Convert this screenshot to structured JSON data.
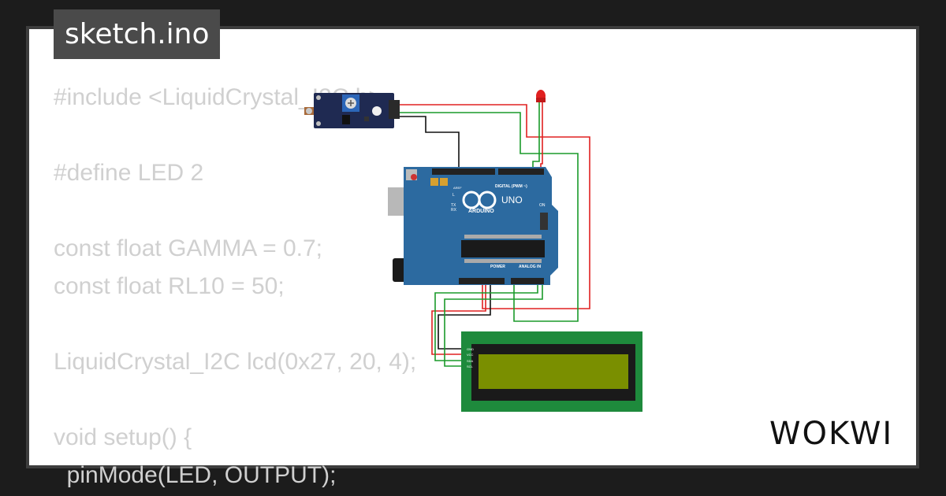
{
  "file_tab": {
    "label": "sketch.ino"
  },
  "code_lines": [
    "#include <LiquidCrystal_I2C.h>",
    "",
    "#define LED 2",
    "",
    "const float GAMMA = 0.7;",
    "const float RL10 = 50;",
    "",
    "LiquidCrystal_I2C lcd(0x27, 20, 4);",
    "",
    "void setup() {",
    "  pinMode(LED, OUTPUT);"
  ],
  "board": {
    "brand": "ARDUINO",
    "model": "UNO",
    "digital_label": "DIGITAL (PWM ~)",
    "power_label": "POWER",
    "analog_label": "ANALOG IN",
    "aref_label": "AREF",
    "on_label": "ON",
    "l_label": "L",
    "tx_label": "TX",
    "rx_label": "RX"
  },
  "lcd": {
    "pins": [
      "GND",
      "VCC",
      "SDA",
      "SCL"
    ]
  },
  "brand_logo": "WOKWI",
  "colors": {
    "background": "#1c1c1c",
    "board": "#2c6aa0",
    "lcd_pcb": "#1e8a3c",
    "lcd_screen": "#7a8f00",
    "wire_red": "#e02020",
    "wire_green": "#1a9a2a",
    "wire_black": "#111111",
    "led": "#e02020"
  }
}
